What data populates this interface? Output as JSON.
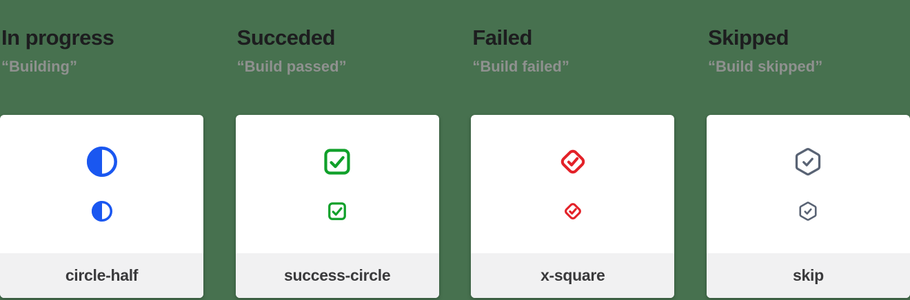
{
  "page": {
    "background_color": "#47714f",
    "card_background": "#ffffff",
    "card_footer_background": "#f1f1f2",
    "title_color": "#1d1d1f",
    "subtitle_color": "#8f918f",
    "footer_label_color": "#3a3a3c"
  },
  "columns": [
    {
      "title": "In progress",
      "subtitle": "“Building”",
      "icon": "circle-half",
      "icon_color": "#1a57f0",
      "label": "circle-half"
    },
    {
      "title": "Succeded",
      "subtitle": "“Build passed”",
      "icon": "check-square",
      "icon_color": "#10a02a",
      "label": "success-circle"
    },
    {
      "title": "Failed",
      "subtitle": "“Build failed”",
      "icon": "check-diamond",
      "icon_color": "#e32128",
      "label": "x-square"
    },
    {
      "title": "Skipped",
      "subtitle": "“Build skipped”",
      "icon": "check-hexagon",
      "icon_color": "#596374",
      "label": "skip"
    }
  ]
}
